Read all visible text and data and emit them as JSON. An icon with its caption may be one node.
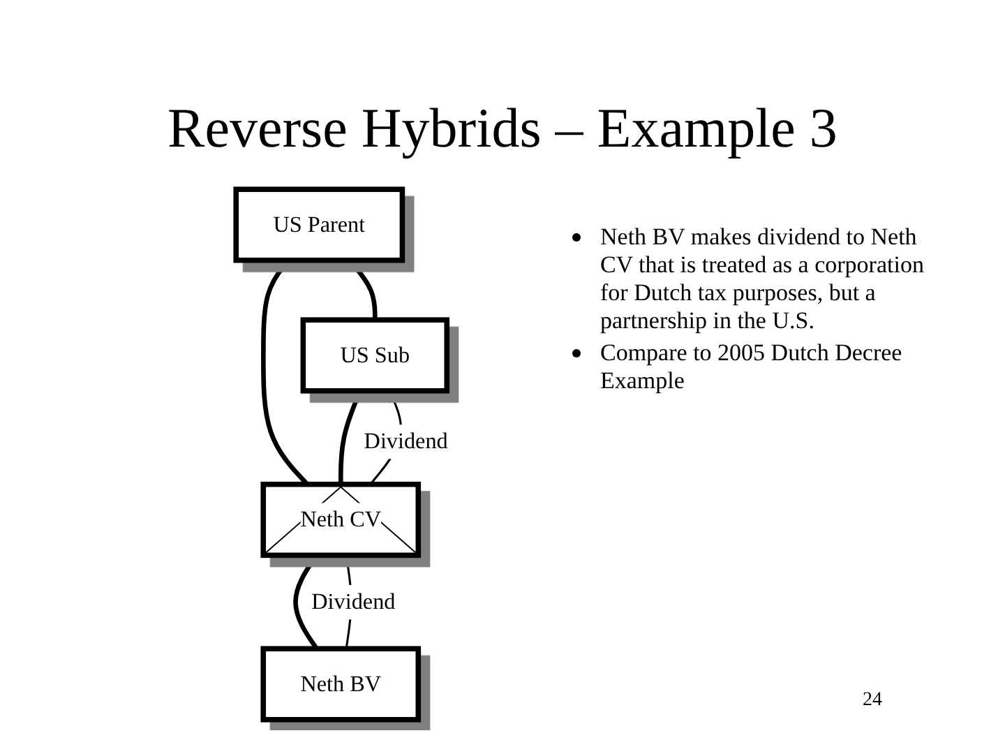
{
  "diagram": {
    "title": "Reverse Hybrids – Example 3",
    "nodes": [
      {
        "text": [
          "US Parent"
        ]
      },
      {
        "text": [
          "US Sub"
        ]
      },
      {
        "text": [
          "Neth CV"
        ]
      },
      {
        "text": [
          "Neth BV"
        ]
      }
    ],
    "edges": [
      {
        "from": 0,
        "to": 1,
        "arrow": "none"
      },
      {
        "from": 0,
        "to": 2,
        "arrow": "none"
      },
      {
        "from": 1,
        "to": 2,
        "arrow": "none"
      },
      {
        "from": 2,
        "to": 3,
        "arrow": "none"
      },
      {
        "from": 2,
        "to": 1,
        "arrow": "to",
        "label": "Dividend"
      },
      {
        "from": 3,
        "to": 2,
        "arrow": "to",
        "label": "Dividend"
      }
    ],
    "labels": [
      "Neth BV makes dividend to Neth CV that is treated as a corporation for Dutch tax purposes, but a partnership in the U.S.",
      "Compare to 2005 Dutch Decree Example",
      "24"
    ]
  }
}
